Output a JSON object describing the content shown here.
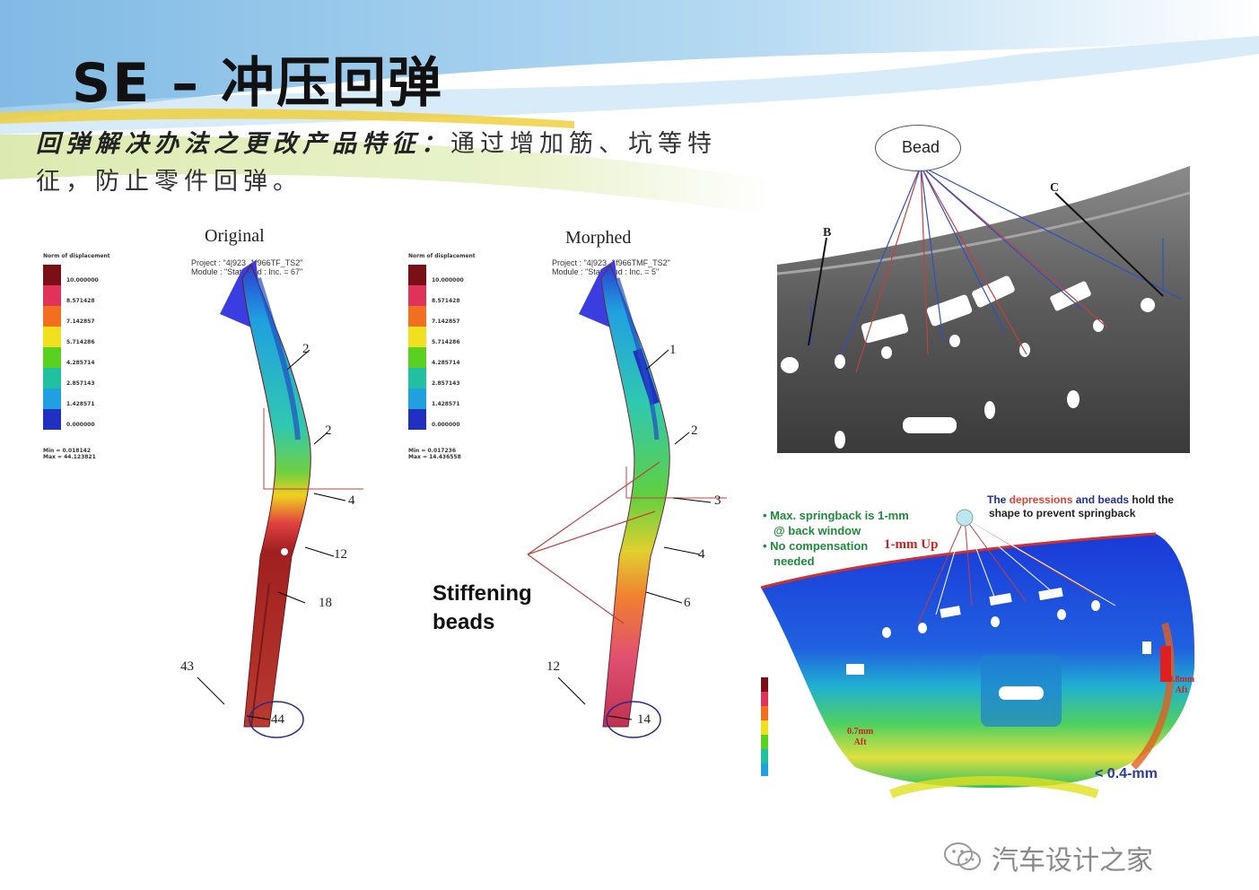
{
  "slide": {
    "title": "SE – 冲压回弹",
    "subtitle_emphasis": "回弹解决办法之更改产品特征：",
    "subtitle_text": "通过增加筋、坑等特征，防止零件回弹。"
  },
  "left_panel": {
    "original_label": "Original",
    "morphed_label": "Morphed",
    "stiffening_label_line1": "Stiffening",
    "stiffening_label_line2": "beads",
    "original_project": "Project : \"4|923_1f966TF_TS2\"",
    "original_module": "Module : \"State end : Inc. = 67\"",
    "morphed_project": "Project : \"4|923_1f966TMF_TS2\"",
    "morphed_module": "Module : \"State end : Inc. = 5\"",
    "legend_title": "Norm of displacement",
    "legend_values": [
      "10.000000",
      "8.571428",
      "7.142857",
      "5.714286",
      "4.285714",
      "2.857143",
      "1.428571",
      "0.000000"
    ],
    "original_min": "Min = 0.018142",
    "original_max": "Max = 44.123821",
    "morphed_min": "Min = 0.017236",
    "morphed_max": "Max = 14.436558",
    "original_callouts": [
      "2",
      "2",
      "4",
      "12",
      "18",
      "43",
      "44"
    ],
    "morphed_callouts": [
      "1",
      "2",
      "3",
      "4",
      "6",
      "12",
      "14"
    ]
  },
  "top_right": {
    "bead_label": "Bead",
    "label_b": "B",
    "label_c": "C"
  },
  "bottom_right": {
    "note_line1": "• Max. springback is 1-mm",
    "note_line2": "@ back window",
    "note_line3": "• No compensation",
    "note_line4": "needed",
    "up_label": "1-mm Up",
    "header_prefix": "The ",
    "header_depressions": "depressions",
    "header_and": " and ",
    "header_beads": "beads",
    "header_suffix": " hold the",
    "header_line2": "shape to prevent springback",
    "left_value": "0.7mm",
    "left_value2": "Aft",
    "right_value": "0.8mm",
    "right_value2": "Aft",
    "bottom_value": "< 0.4-mm"
  },
  "watermark": "汽车设计之家",
  "colors": {
    "legend": [
      "#7a0f16",
      "#e0325a",
      "#f07020",
      "#f0e020",
      "#5ad020",
      "#20c0a0",
      "#20a0e0",
      "#2030c0"
    ]
  }
}
